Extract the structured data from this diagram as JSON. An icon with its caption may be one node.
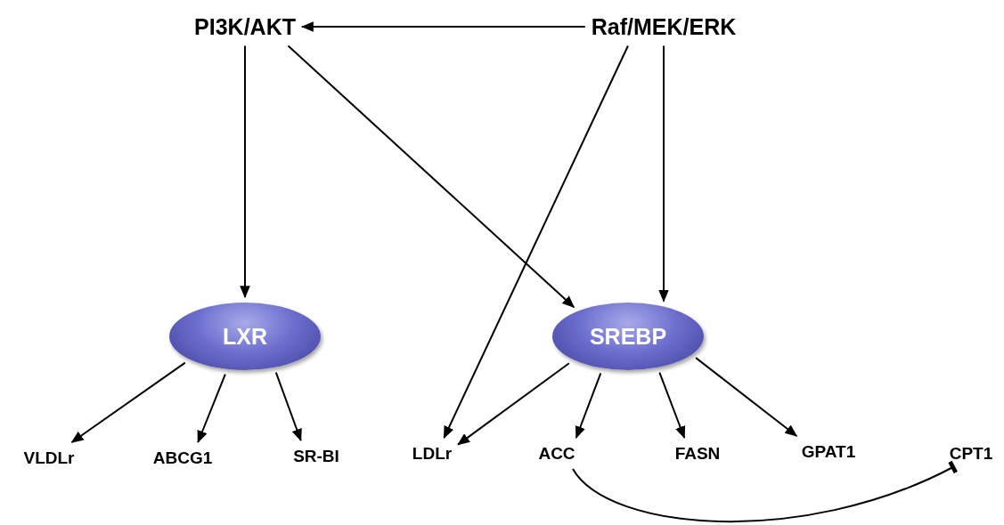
{
  "diagram": {
    "nodes": [
      {
        "text": [
          "PI3K/AKT"
        ]
      },
      {
        "text": [
          "Raf/MEK/ERK"
        ]
      },
      {
        "text": [
          "LXR"
        ]
      },
      {
        "text": [
          "SREBP"
        ]
      },
      {
        "text": [
          "VLDLr"
        ]
      },
      {
        "text": [
          "ABCG1"
        ]
      },
      {
        "text": [
          "SR-BI"
        ]
      },
      {
        "text": [
          "LDLr"
        ]
      },
      {
        "text": [
          "ACC"
        ]
      },
      {
        "text": [
          "FASN"
        ]
      },
      {
        "text": [
          "GPAT1"
        ]
      },
      {
        "text": [
          "CPT1"
        ]
      }
    ],
    "edges": [
      {
        "from": 1,
        "to": 0,
        "arrow": "to"
      },
      {
        "from": 0,
        "to": 2,
        "arrow": "to"
      },
      {
        "from": 0,
        "to": 3,
        "arrow": "to"
      },
      {
        "from": 1,
        "to": 7,
        "arrow": "to"
      },
      {
        "from": 1,
        "to": 3,
        "arrow": "to"
      },
      {
        "from": 2,
        "to": 4,
        "arrow": "to"
      },
      {
        "from": 2,
        "to": 5,
        "arrow": "to"
      },
      {
        "from": 2,
        "to": 6,
        "arrow": "to"
      },
      {
        "from": 3,
        "to": 7,
        "arrow": "to"
      },
      {
        "from": 3,
        "to": 8,
        "arrow": "to"
      },
      {
        "from": 3,
        "to": 9,
        "arrow": "to"
      },
      {
        "from": 3,
        "to": 10,
        "arrow": "to"
      },
      {
        "from": 8,
        "to": 11,
        "arrow": "other"
      }
    ]
  }
}
